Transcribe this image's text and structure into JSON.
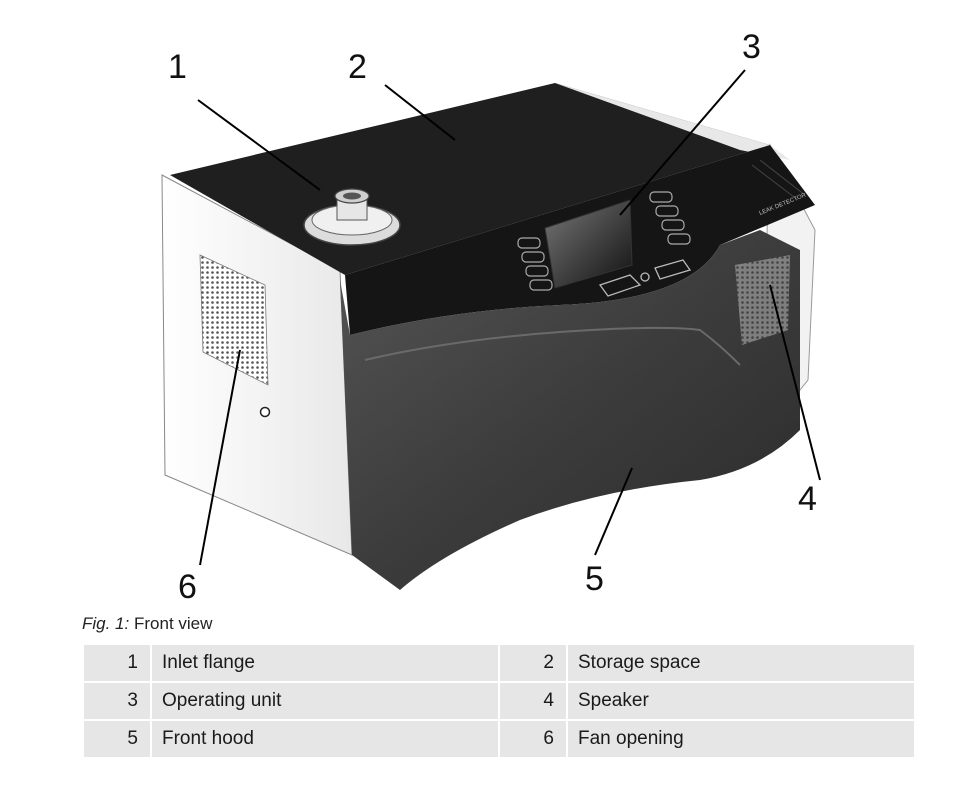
{
  "figure": {
    "callouts": [
      "1",
      "2",
      "3",
      "4",
      "5",
      "6"
    ],
    "device_panel_text": "LEAK DETECTOR"
  },
  "caption": {
    "label": "Fig. 1:",
    "text": "Front view"
  },
  "legend": {
    "rows": [
      [
        {
          "num": "1",
          "label": "Inlet flange"
        },
        {
          "num": "2",
          "label": "Storage space"
        }
      ],
      [
        {
          "num": "3",
          "label": "Operating unit"
        },
        {
          "num": "4",
          "label": "Speaker"
        }
      ],
      [
        {
          "num": "5",
          "label": "Front hood"
        },
        {
          "num": "6",
          "label": "Fan opening"
        }
      ]
    ]
  },
  "colors": {
    "table_cell": "#e6e6e6",
    "device_dark": "#1c1c1c",
    "device_body": "#f4f4f4"
  }
}
